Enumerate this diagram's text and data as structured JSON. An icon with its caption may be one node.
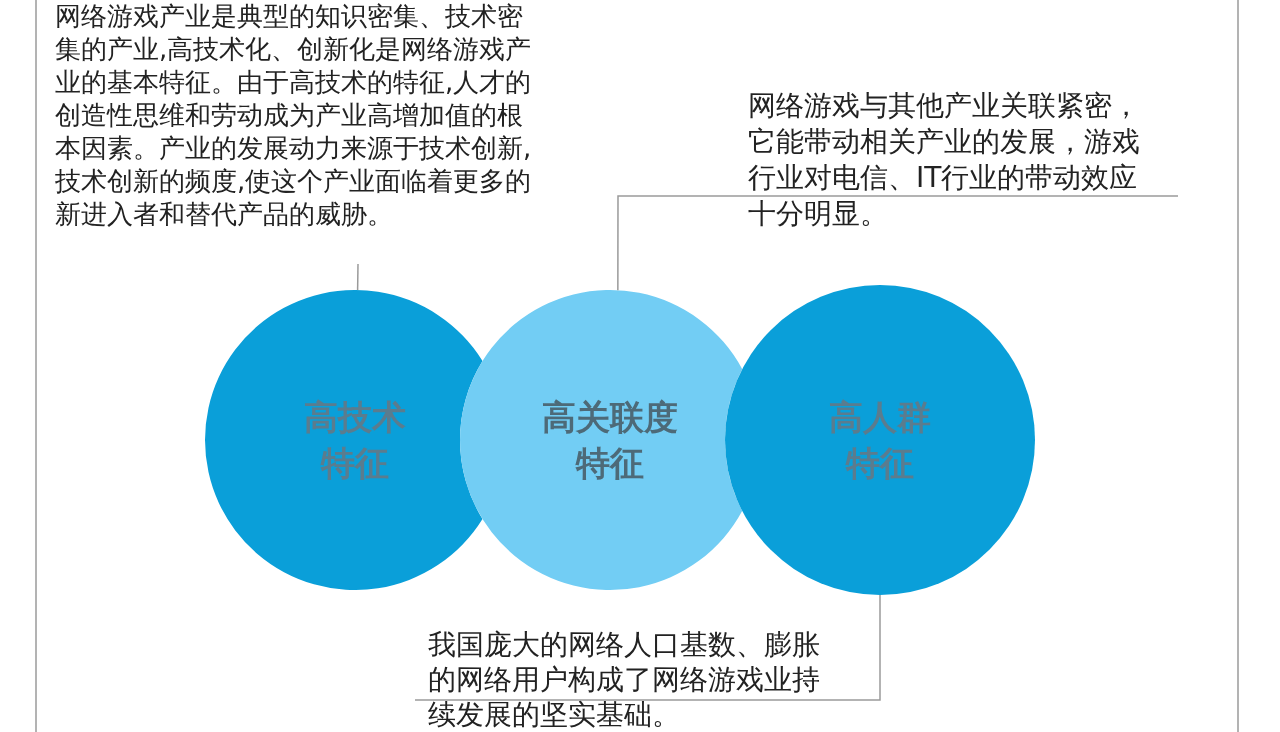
{
  "diagram": {
    "nodes": [
      {
        "text": [
          "网络游戏产业是典型的知识密集、技术密集的产业,高技术化、创新化是网络游戏产业的基本特征。由于高技术的特征,人才的创造性思维和劳动成为产业高增加值的根本因素。产业的发展动力来源于技术创新,技术创新的频度,使这个产业面临着更多的新进入者和替代产品的威胁。"
        ]
      },
      {
        "text": [
          "网络游戏与其他产业关联紧密，它能带动相关产业的发展，游戏行业对电信、IT行业的带动效应十分明显。"
        ]
      },
      {
        "text": [
          "高技术特征"
        ]
      },
      {
        "text": [
          "高关联度特征"
        ]
      },
      {
        "text": [
          "高人群特征"
        ]
      },
      {
        "text": [
          "我国庞大的网络人口基数、膨胀的网络用户构成了网络游戏业持续发展的坚实基础。"
        ]
      }
    ],
    "edges": [
      {
        "from": 0,
        "to": 2,
        "arrow": "none"
      },
      {
        "from": 1,
        "to": 3,
        "arrow": "none"
      },
      {
        "from": 5,
        "to": 4,
        "arrow": "none"
      }
    ]
  }
}
